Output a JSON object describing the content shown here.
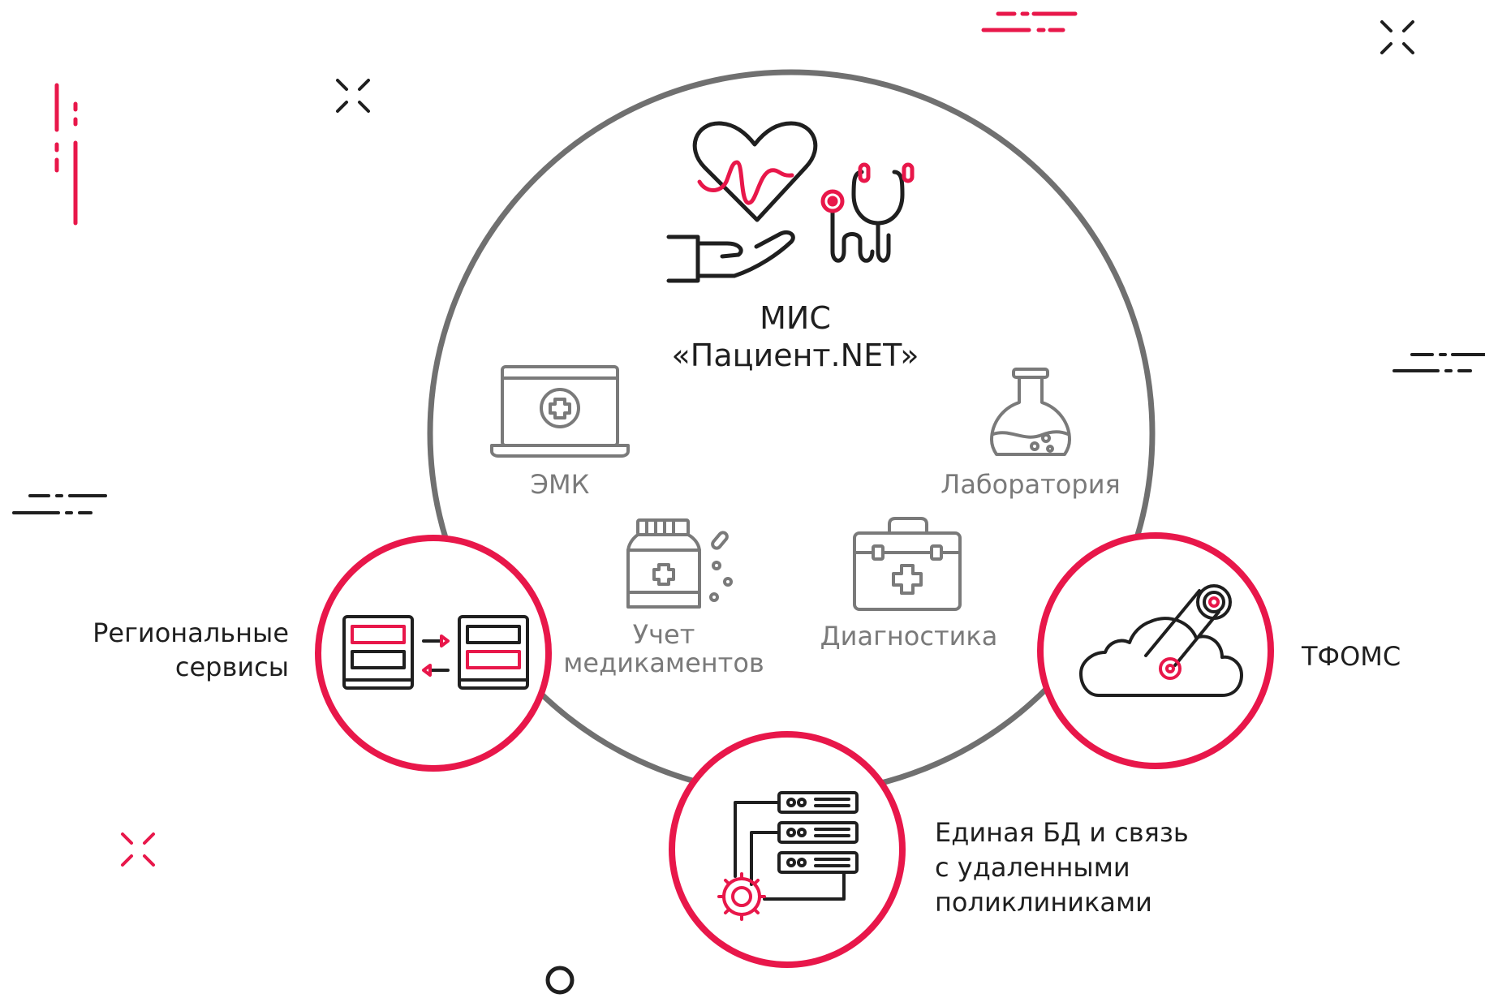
{
  "title": {
    "line1": "МИС",
    "line2": "«Пациент.NET»"
  },
  "modules": {
    "emk": "ЭМК",
    "lab": "Лаборатория",
    "meds": {
      "line1": "Учет",
      "line2": "медикаментов"
    },
    "diag": "Диагностика"
  },
  "nodes": {
    "regional": {
      "line1": "Региональные",
      "line2": "сервисы"
    },
    "tfoms": "ТФОМС",
    "db": {
      "line1": "Единая БД и связь",
      "line2": "с удаленными",
      "line3": "поликлиниками"
    }
  },
  "colors": {
    "accent": "#e8174a",
    "ring": "#707070",
    "ink": "#1f1f1f",
    "muted": "#7a7a7a"
  },
  "icons": {
    "hero": [
      "heart-pulse-icon",
      "hand-icon",
      "stethoscope-icon"
    ],
    "emk": "laptop-medical-icon",
    "lab": "flask-icon",
    "meds": "medicine-bottle-icon",
    "diag": "medical-case-icon",
    "regional": "exchange-servers-icon",
    "tfoms": "cloud-gear-icon",
    "db": "database-servers-icon"
  }
}
